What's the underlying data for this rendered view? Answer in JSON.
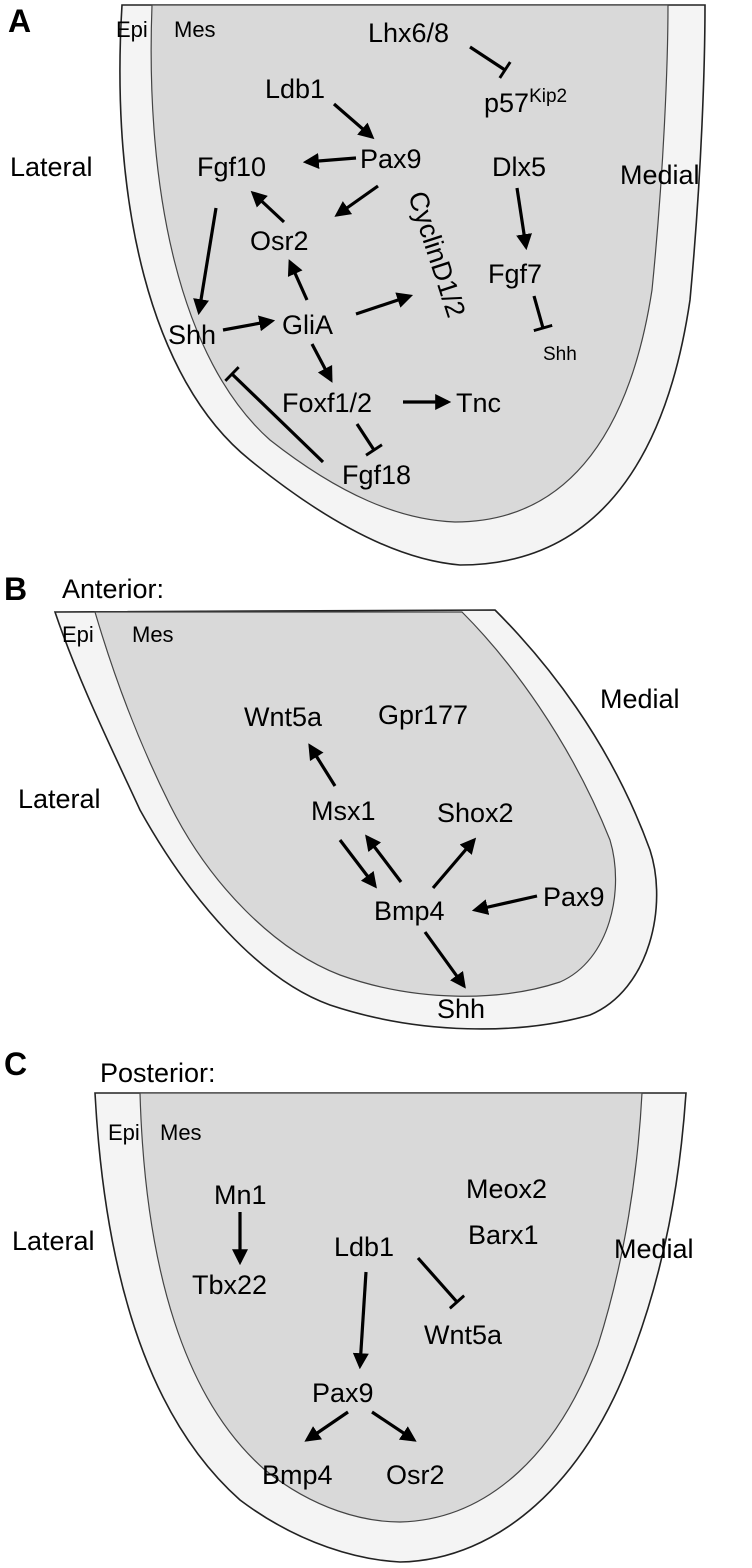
{
  "panels": {
    "A": {
      "letter": "A",
      "heading": "",
      "epi": "Epi",
      "mes": "Mes",
      "lateral": "Lateral",
      "medial": "Medial",
      "genes": {
        "lhx68": "Lhx6/8",
        "p57": "p57",
        "p57_sup": "Kip2",
        "ldb1": "Ldb1",
        "fgf10": "Fgf10",
        "pax9": "Pax9",
        "dlx5": "Dlx5",
        "osr2": "Osr2",
        "cyclind": "CyclinD1/2",
        "fgf7": "Fgf7",
        "shh": "Shh",
        "glia": "GliA",
        "shh_small": "Shh",
        "foxf": "Foxf1/2",
        "tnc": "Tnc",
        "fgf18": "Fgf18"
      }
    },
    "B": {
      "letter": "B",
      "heading": "Anterior:",
      "epi": "Epi",
      "mes": "Mes",
      "lateral": "Lateral",
      "medial": "Medial",
      "genes": {
        "wnt5a": "Wnt5a",
        "gpr177": "Gpr177",
        "msx1": "Msx1",
        "shox2": "Shox2",
        "bmp4": "Bmp4",
        "pax9": "Pax9",
        "shh": "Shh"
      }
    },
    "C": {
      "letter": "C",
      "heading": "Posterior:",
      "epi": "Epi",
      "mes": "Mes",
      "lateral": "Lateral",
      "medial": "Medial",
      "genes": {
        "mn1": "Mn1",
        "tbx22": "Tbx22",
        "meox2": "Meox2",
        "barx1": "Barx1",
        "ldb1": "Ldb1",
        "wnt5a": "Wnt5a",
        "pax9": "Pax9",
        "bmp4": "Bmp4",
        "osr2": "Osr2"
      }
    }
  },
  "colors": {
    "epithelium": "#f4f4f4",
    "mesenchyme": "#d9d9d9",
    "outline": "#222222",
    "edge": "#000000"
  }
}
